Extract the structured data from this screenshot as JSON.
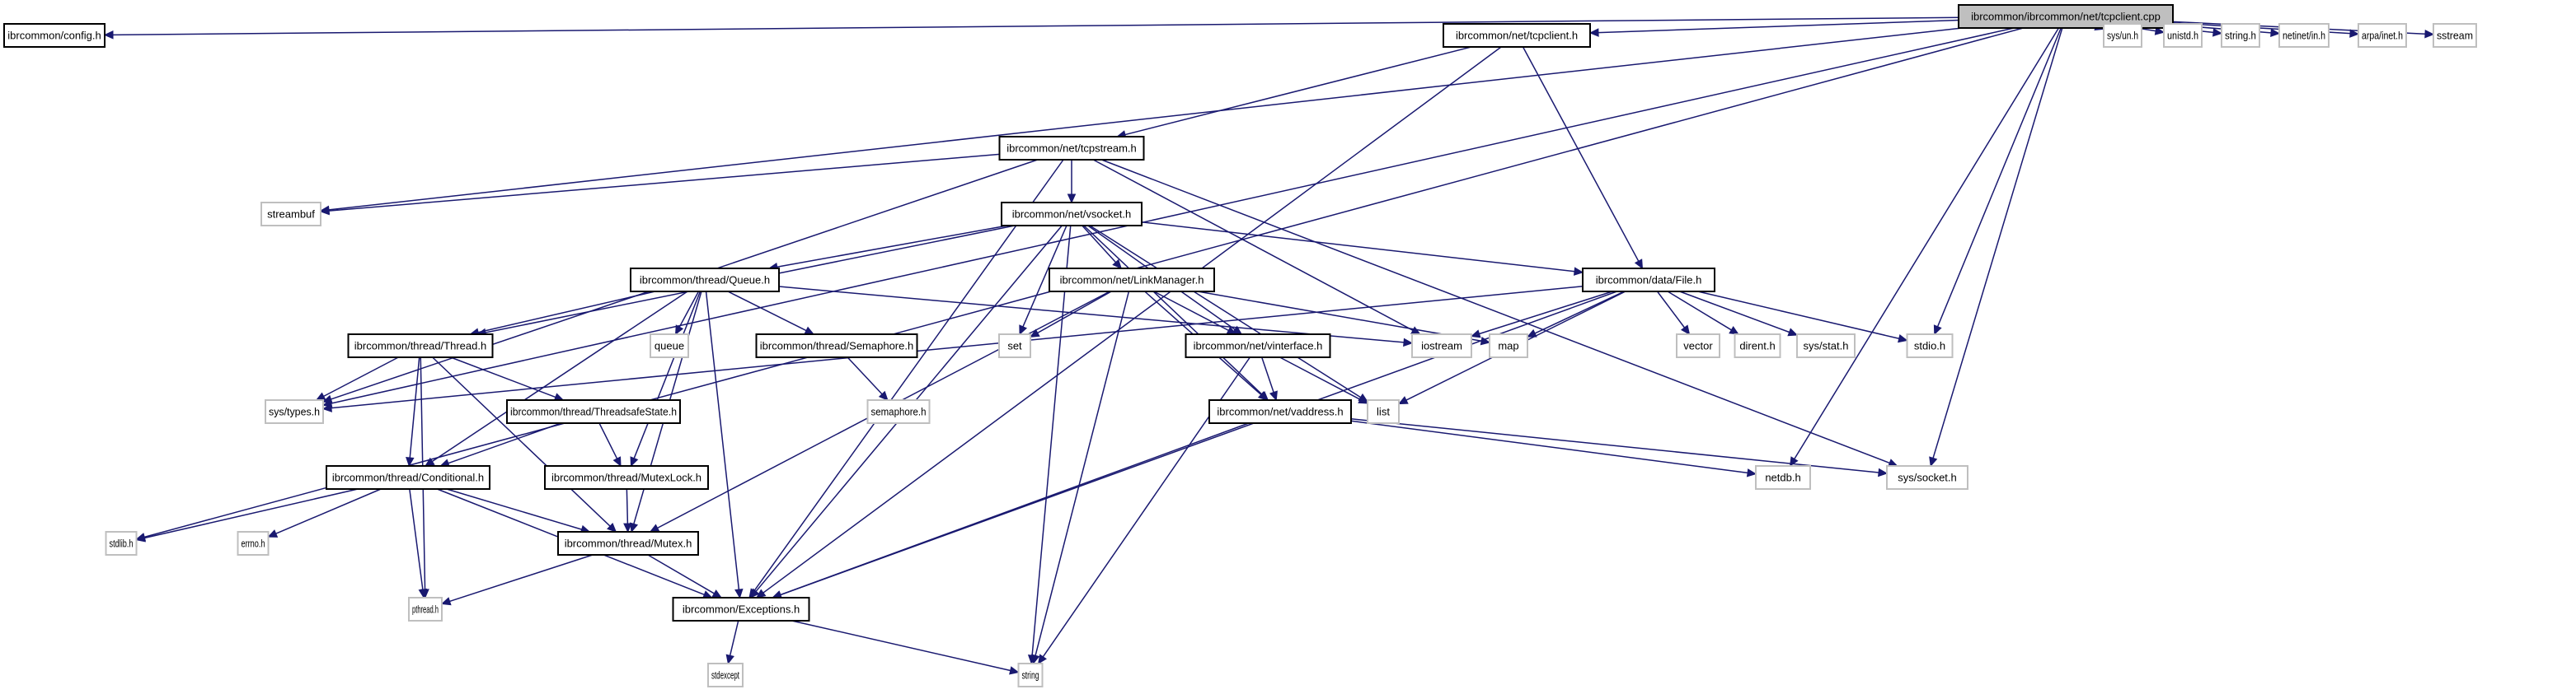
{
  "graph": {
    "title": "ibrcommon/ibrcommon/net/tcpclient.cpp",
    "edge_color": "#191970",
    "root_fill": "#bfbfbf",
    "internal_border": "#000000",
    "external_border": "#bfbfbf",
    "nodes": [
      {
        "id": "tcpclient_cpp",
        "label": "ibrcommon/ibrcommon/net/tcpclient.cpp",
        "kind": "root"
      },
      {
        "id": "config_h",
        "label": "ibrcommon/config.h",
        "kind": "internal"
      },
      {
        "id": "tcpclient_h",
        "label": "ibrcommon/net/tcpclient.h",
        "kind": "internal"
      },
      {
        "id": "tcpstream_h",
        "label": "ibrcommon/net/tcpstream.h",
        "kind": "internal"
      },
      {
        "id": "vsocket_h",
        "label": "ibrcommon/net/vsocket.h",
        "kind": "internal"
      },
      {
        "id": "queue_h",
        "label": "ibrcommon/thread/Queue.h",
        "kind": "internal"
      },
      {
        "id": "linkmanager_h",
        "label": "ibrcommon/net/LinkManager.h",
        "kind": "internal"
      },
      {
        "id": "file_h",
        "label": "ibrcommon/data/File.h",
        "kind": "internal"
      },
      {
        "id": "thread_h",
        "label": "ibrcommon/thread/Thread.h",
        "kind": "internal"
      },
      {
        "id": "semaphore_hh",
        "label": "ibrcommon/thread/Semaphore.h",
        "kind": "internal"
      },
      {
        "id": "vinterface_h",
        "label": "ibrcommon/net/vinterface.h",
        "kind": "internal"
      },
      {
        "id": "threadsafestate_h",
        "label": "ibrcommon/thread/ThreadsafeState.h",
        "kind": "internal"
      },
      {
        "id": "vaddress_h",
        "label": "ibrcommon/net/vaddress.h",
        "kind": "internal"
      },
      {
        "id": "conditional_h",
        "label": "ibrcommon/thread/Conditional.h",
        "kind": "internal"
      },
      {
        "id": "mutexlock_h",
        "label": "ibrcommon/thread/MutexLock.h",
        "kind": "internal"
      },
      {
        "id": "mutex_h",
        "label": "ibrcommon/thread/Mutex.h",
        "kind": "internal"
      },
      {
        "id": "exceptions_h",
        "label": "ibrcommon/Exceptions.h",
        "kind": "internal"
      },
      {
        "id": "sys_un_h",
        "label": "sys/un.h",
        "kind": "external"
      },
      {
        "id": "unistd_h",
        "label": "unistd.h",
        "kind": "external"
      },
      {
        "id": "string_h",
        "label": "string.h",
        "kind": "external"
      },
      {
        "id": "netinet_in_h",
        "label": "netinet/in.h",
        "kind": "external"
      },
      {
        "id": "arpa_inet_h",
        "label": "arpa/inet.h",
        "kind": "external"
      },
      {
        "id": "sstream",
        "label": "sstream",
        "kind": "external"
      },
      {
        "id": "streambuf",
        "label": "streambuf",
        "kind": "external"
      },
      {
        "id": "queue",
        "label": "queue",
        "kind": "external"
      },
      {
        "id": "set",
        "label": "set",
        "kind": "external"
      },
      {
        "id": "iostream",
        "label": "iostream",
        "kind": "external"
      },
      {
        "id": "map",
        "label": "map",
        "kind": "external"
      },
      {
        "id": "vector",
        "label": "vector",
        "kind": "external"
      },
      {
        "id": "dirent_h",
        "label": "dirent.h",
        "kind": "external"
      },
      {
        "id": "sys_stat_h",
        "label": "sys/stat.h",
        "kind": "external"
      },
      {
        "id": "stdio_h",
        "label": "stdio.h",
        "kind": "external"
      },
      {
        "id": "sys_types_h",
        "label": "sys/types.h",
        "kind": "external"
      },
      {
        "id": "semaphore_h",
        "label": "semaphore.h",
        "kind": "external"
      },
      {
        "id": "list",
        "label": "list",
        "kind": "external"
      },
      {
        "id": "netdb_h",
        "label": "netdb.h",
        "kind": "external"
      },
      {
        "id": "sys_socket_h",
        "label": "sys/socket.h",
        "kind": "external"
      },
      {
        "id": "stdlib_h",
        "label": "stdlib.h",
        "kind": "external"
      },
      {
        "id": "errno_h",
        "label": "errno.h",
        "kind": "external"
      },
      {
        "id": "pthread_h",
        "label": "pthread.h",
        "kind": "external"
      },
      {
        "id": "stdexcept",
        "label": "stdexcept",
        "kind": "external"
      },
      {
        "id": "string",
        "label": "string",
        "kind": "external"
      }
    ],
    "edges": [
      [
        "tcpclient_cpp",
        "config_h"
      ],
      [
        "tcpclient_cpp",
        "tcpclient_h"
      ],
      [
        "tcpclient_cpp",
        "sys_types_h"
      ],
      [
        "tcpclient_cpp",
        "stdlib_h"
      ],
      [
        "tcpclient_cpp",
        "streambuf"
      ],
      [
        "tcpclient_cpp",
        "stdio_h"
      ],
      [
        "tcpclient_cpp",
        "netdb_h"
      ],
      [
        "tcpclient_cpp",
        "sys_socket_h"
      ],
      [
        "tcpclient_cpp",
        "sys_un_h"
      ],
      [
        "tcpclient_cpp",
        "unistd_h"
      ],
      [
        "tcpclient_cpp",
        "string_h"
      ],
      [
        "tcpclient_cpp",
        "netinet_in_h"
      ],
      [
        "tcpclient_cpp",
        "arpa_inet_h"
      ],
      [
        "tcpclient_cpp",
        "sstream"
      ],
      [
        "tcpclient_h",
        "tcpstream_h"
      ],
      [
        "tcpclient_h",
        "file_h"
      ],
      [
        "tcpclient_h",
        "exceptions_h"
      ],
      [
        "tcpstream_h",
        "vsocket_h"
      ],
      [
        "tcpstream_h",
        "streambuf"
      ],
      [
        "tcpstream_h",
        "iostream"
      ],
      [
        "tcpstream_h",
        "sys_socket_h"
      ],
      [
        "tcpstream_h",
        "sys_types_h"
      ],
      [
        "tcpstream_h",
        "exceptions_h"
      ],
      [
        "vsocket_h",
        "queue_h"
      ],
      [
        "vsocket_h",
        "linkmanager_h"
      ],
      [
        "vsocket_h",
        "file_h"
      ],
      [
        "vsocket_h",
        "thread_h"
      ],
      [
        "vsocket_h",
        "vinterface_h"
      ],
      [
        "vsocket_h",
        "vaddress_h"
      ],
      [
        "vsocket_h",
        "set"
      ],
      [
        "vsocket_h",
        "list"
      ],
      [
        "vsocket_h",
        "string"
      ],
      [
        "vsocket_h",
        "exceptions_h"
      ],
      [
        "queue_h",
        "thread_h"
      ],
      [
        "queue_h",
        "queue"
      ],
      [
        "queue_h",
        "semaphore_hh"
      ],
      [
        "queue_h",
        "iostream"
      ],
      [
        "queue_h",
        "conditional_h"
      ],
      [
        "queue_h",
        "mutexlock_h"
      ],
      [
        "queue_h",
        "mutex_h"
      ],
      [
        "queue_h",
        "exceptions_h"
      ],
      [
        "linkmanager_h",
        "set"
      ],
      [
        "linkmanager_h",
        "map"
      ],
      [
        "linkmanager_h",
        "vinterface_h"
      ],
      [
        "linkmanager_h",
        "vaddress_h"
      ],
      [
        "linkmanager_h",
        "string"
      ],
      [
        "linkmanager_h",
        "mutex_h"
      ],
      [
        "file_h",
        "iostream"
      ],
      [
        "file_h",
        "map"
      ],
      [
        "file_h",
        "vector"
      ],
      [
        "file_h",
        "dirent_h"
      ],
      [
        "file_h",
        "sys_stat_h"
      ],
      [
        "file_h",
        "stdio_h"
      ],
      [
        "file_h",
        "list"
      ],
      [
        "file_h",
        "sys_types_h"
      ],
      [
        "file_h",
        "exceptions_h"
      ],
      [
        "thread_h",
        "sys_types_h"
      ],
      [
        "thread_h",
        "threadsafestate_h"
      ],
      [
        "thread_h",
        "conditional_h"
      ],
      [
        "thread_h",
        "mutex_h"
      ],
      [
        "thread_h",
        "pthread_h"
      ],
      [
        "semaphore_hh",
        "semaphore_h"
      ],
      [
        "vinterface_h",
        "vaddress_h"
      ],
      [
        "vinterface_h",
        "list"
      ],
      [
        "vinterface_h",
        "string"
      ],
      [
        "threadsafestate_h",
        "conditional_h"
      ],
      [
        "threadsafestate_h",
        "mutexlock_h"
      ],
      [
        "vaddress_h",
        "netdb_h"
      ],
      [
        "vaddress_h",
        "sys_socket_h"
      ],
      [
        "vaddress_h",
        "exceptions_h"
      ],
      [
        "conditional_h",
        "stdlib_h"
      ],
      [
        "conditional_h",
        "errno_h"
      ],
      [
        "conditional_h",
        "mutex_h"
      ],
      [
        "conditional_h",
        "pthread_h"
      ],
      [
        "conditional_h",
        "exceptions_h"
      ],
      [
        "mutexlock_h",
        "mutex_h"
      ],
      [
        "mutex_h",
        "pthread_h"
      ],
      [
        "mutex_h",
        "exceptions_h"
      ],
      [
        "exceptions_h",
        "stdexcept"
      ],
      [
        "exceptions_h",
        "string"
      ]
    ]
  }
}
